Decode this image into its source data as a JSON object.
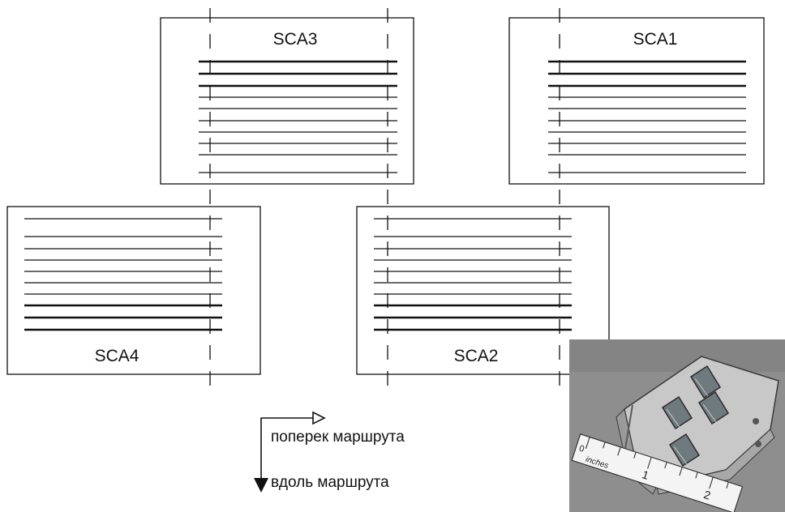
{
  "modules": [
    {
      "id": "sca3",
      "label": "SCA3"
    },
    {
      "id": "sca1",
      "label": "SCA1"
    },
    {
      "id": "sca4",
      "label": "SCA4"
    },
    {
      "id": "sca2",
      "label": "SCA2"
    }
  ],
  "legend": {
    "cross_track": "поперек маршрута",
    "along_track": "вдоль маршрута"
  },
  "photo": {
    "ruler_label": "inches",
    "ruler_numbers": [
      "0",
      "1",
      "2"
    ]
  },
  "colors": {
    "line": "#111111",
    "photo_bg": "#8c8c8c",
    "metal": "#cfcfcf"
  }
}
